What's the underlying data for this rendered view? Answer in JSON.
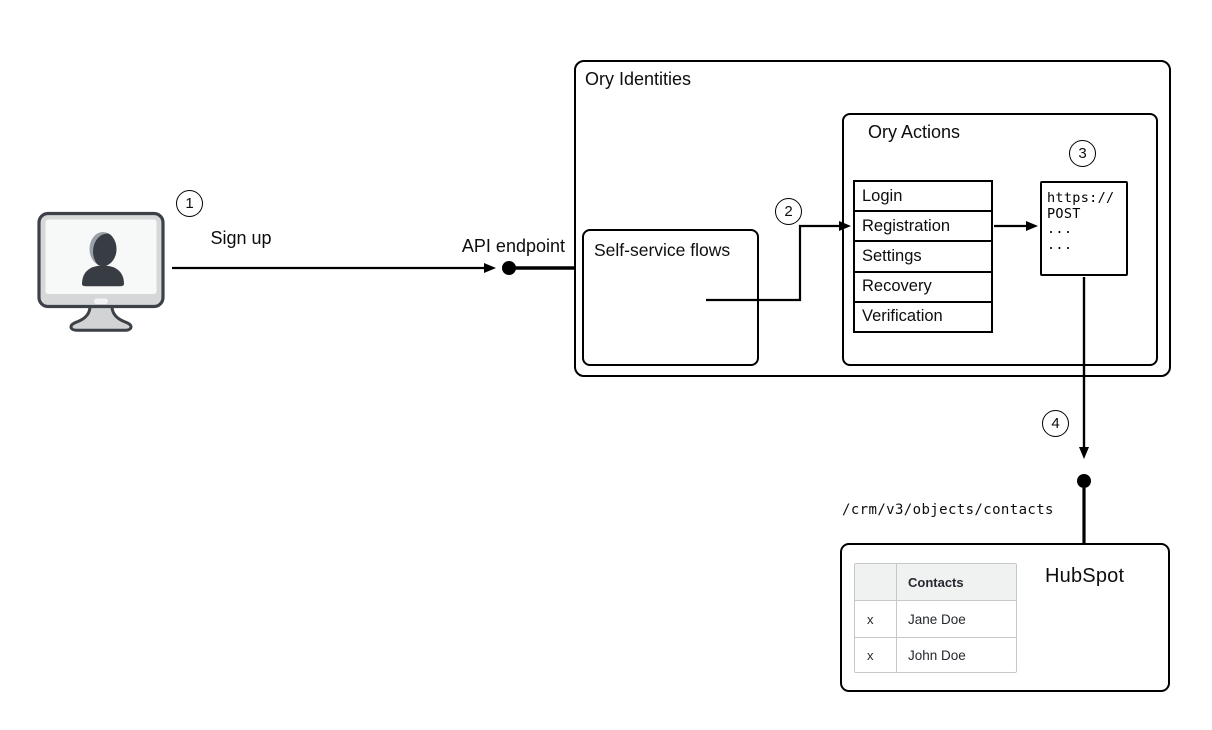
{
  "steps": [
    "1",
    "2",
    "3",
    "4"
  ],
  "labels": {
    "sign_up": "Sign up",
    "api_endpoint": "API endpoint",
    "crm_path": "/crm/v3/objects/contacts"
  },
  "ory_identities": {
    "title": "Ory Identities",
    "self_service": {
      "title": "Self-service flows"
    },
    "ory_actions": {
      "title": "Ory Actions",
      "flows": [
        "Login",
        "Registration",
        "Settings",
        "Recovery",
        "Verification"
      ],
      "webhook": {
        "lines": [
          "https://",
          "POST",
          "...",
          "..."
        ]
      }
    }
  },
  "hubspot": {
    "title": "HubSpot",
    "table": {
      "header": [
        "",
        "Contacts"
      ],
      "rows": [
        [
          "x",
          "Jane Doe"
        ],
        [
          "x",
          "John Doe"
        ]
      ]
    }
  },
  "colors": {
    "line": "#000000",
    "table_border": "#c5c7c9",
    "table_header_bg": "#f0f1f1",
    "monitor_dark": "#3c4148",
    "monitor_bezel": "#d6d7d8",
    "monitor_screen": "#f7f8f8",
    "monitor_stand": "#d2d3d5",
    "silhouette": "#383d44",
    "silhouette_highlight": "#9aa0a7"
  }
}
